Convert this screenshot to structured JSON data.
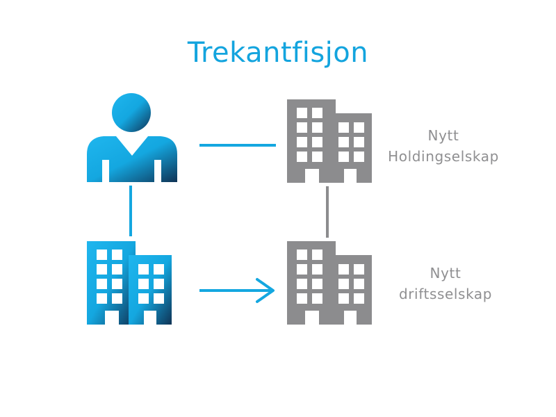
{
  "title": "Trekantfisjon",
  "nodes": {
    "holding": {
      "label_line1": "Nytt",
      "label_line2": "Holdingselskap"
    },
    "drift": {
      "label_line1": "Nytt",
      "label_line2": "driftsselskap"
    }
  },
  "colors": {
    "title": "#13a4de",
    "accent": "#14a7e0",
    "accent_light": "#1fb6ee",
    "accent_dark": "#0f3355",
    "gray": "#8c8c8e",
    "label": "#8f8f91",
    "window": "#ffffff",
    "background": "#ffffff"
  },
  "icons": {
    "owner": "person-icon",
    "original_company": "building-icon",
    "holding_company": "building-icon",
    "operating_company": "building-icon"
  }
}
